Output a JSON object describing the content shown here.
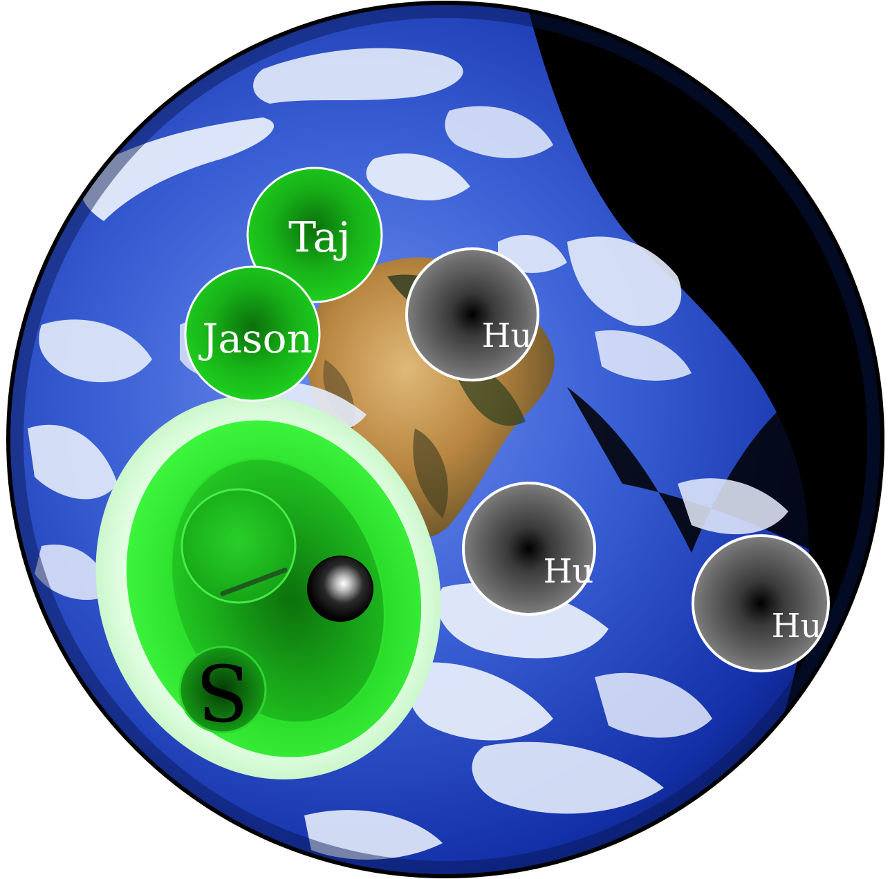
{
  "labels": {
    "taj": "Taj",
    "jason": "Jason",
    "hu_1": "Hu",
    "hu_2": "Hu",
    "hu_3": "Hu",
    "s": "S"
  },
  "colors": {
    "ocean_deep": "#0c1f86",
    "ocean": "#3a5fd4",
    "cloud": "#e9eefb",
    "land_tan": "#c79a55",
    "land_dark": "#1f2b20",
    "space_black": "#000000",
    "green_bright": "#19c419",
    "green_glow": "#d8ffd8",
    "grey_sphere": "#777777"
  }
}
